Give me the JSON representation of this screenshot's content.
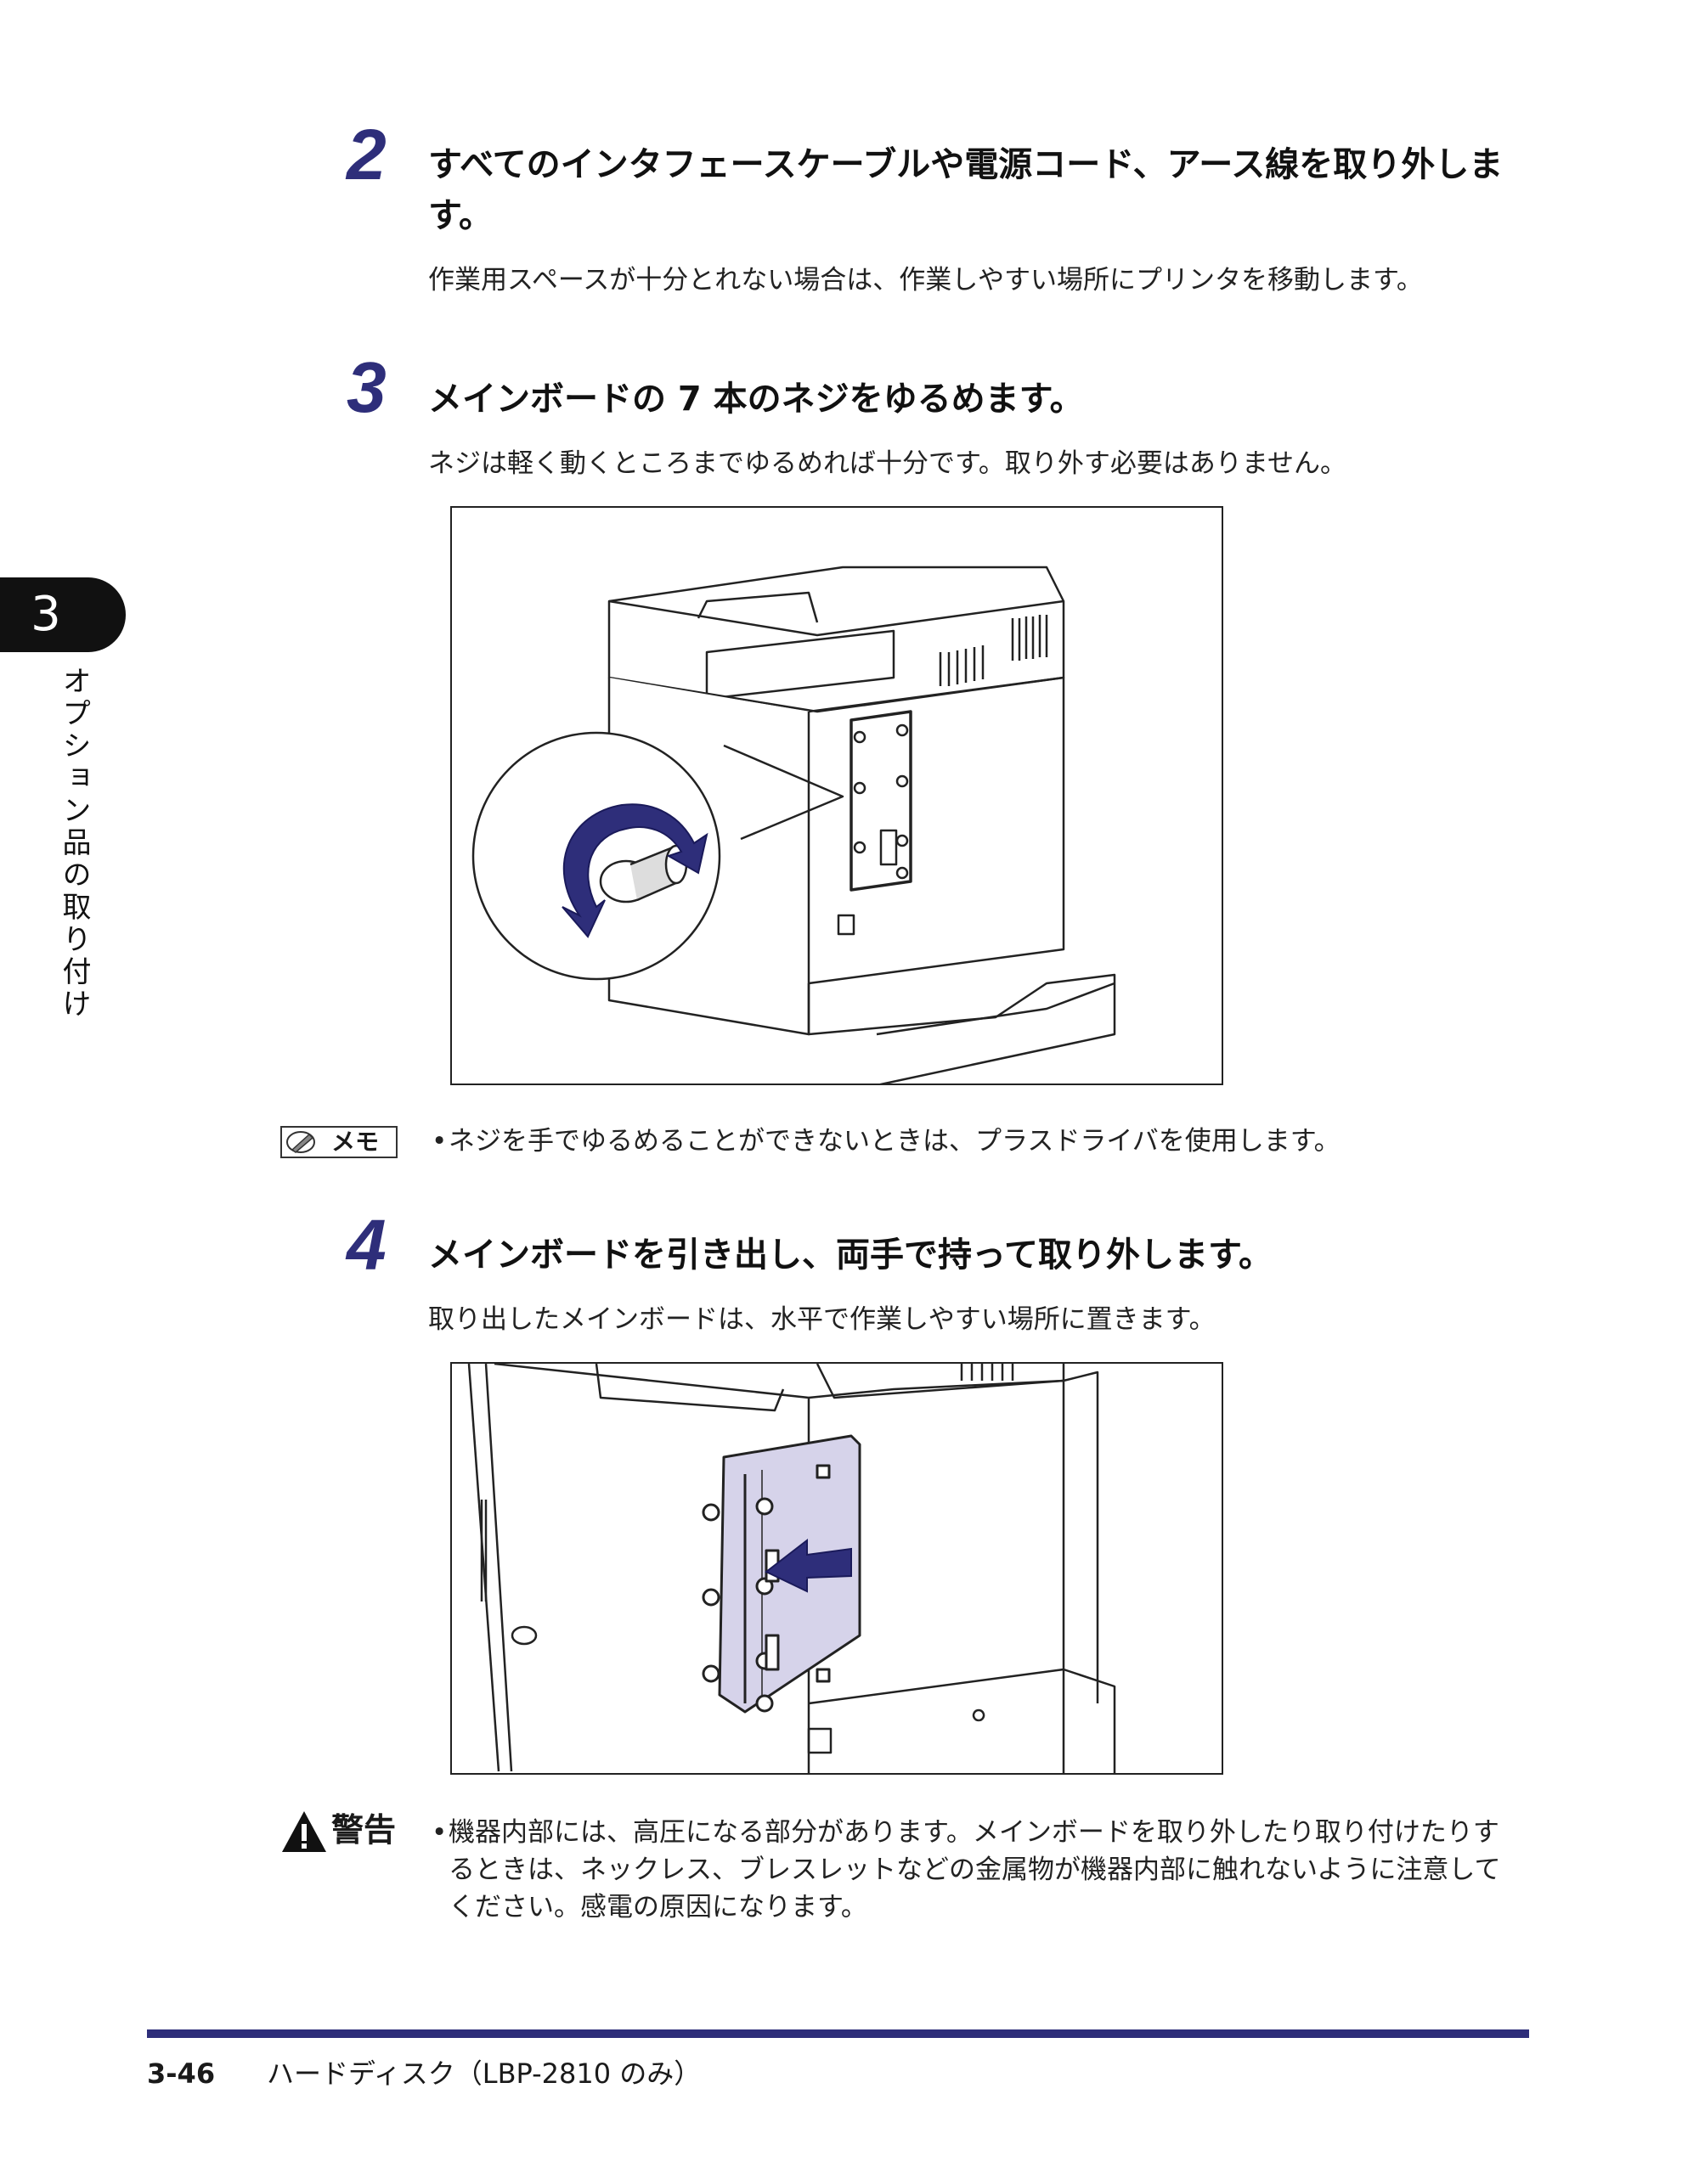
{
  "chapter": {
    "number": "3",
    "title": "オプション品の取り付け"
  },
  "steps": [
    {
      "number": "2",
      "title_line1": "すべてのインタフェースケーブルや電源コード、アース線を取り外しま",
      "title_line2": "す。",
      "body": "作業用スペースが十分とれない場合は、作業しやすい場所にプリンタを移動します。"
    },
    {
      "number": "3",
      "title_line1": "メインボードの 7 本のネジをゆるめます。",
      "body": "ネジは軽く動くところまでゆるめれば十分です。取り外す必要はありません。"
    },
    {
      "number": "4",
      "title_line1": "メインボードを引き出し、両手で持って取り外します。",
      "body": "取り出したメインボードは、水平で作業しやすい場所に置きます。"
    }
  ],
  "memo": {
    "label": "メモ",
    "text": "ネジを手でゆるめることができないときは、プラスドライバを使用します。"
  },
  "warning": {
    "label": "警告",
    "line1": "機器内部には、高圧になる部分があります。メインボードを取り外したり取り付けたりす",
    "line2": "るときは、ネックレス、ブレスレットなどの金属物が機器内部に触れないように注意して",
    "line3": "ください。感電の原因になります。"
  },
  "footer": {
    "page": "3-46",
    "title": "ハードディスク（LBP-2810 のみ）"
  },
  "colors": {
    "accent": "#2e2e7a",
    "board_fill": "#d6d3ea",
    "tab": "#111111"
  }
}
